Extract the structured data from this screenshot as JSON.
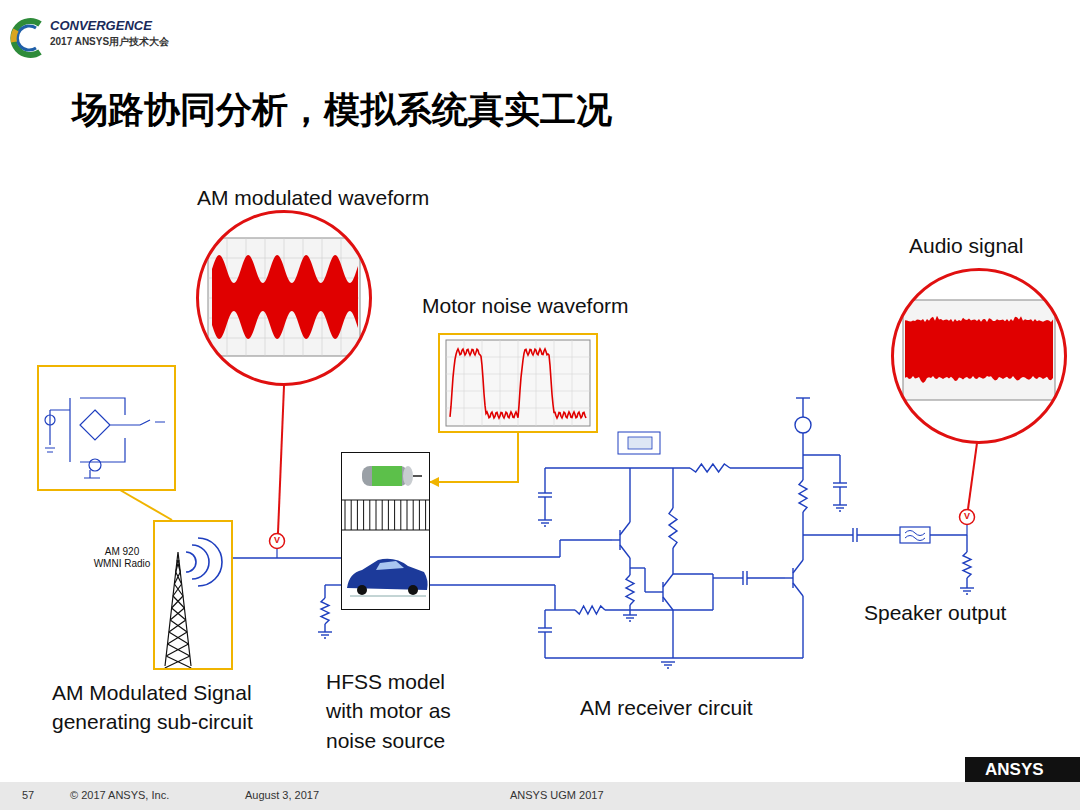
{
  "diagram": {
    "title": "场路协同分析，模拟系统真实工况",
    "nodes": [
      {
        "text": [
          "AM modulated waveform"
        ]
      },
      {
        "text": [
          "Motor noise waveform"
        ]
      },
      {
        "text": [
          "Audio signal"
        ]
      },
      {
        "text": [
          "AM 920 WMNI Radio",
          "AM Modulated Signal generating sub-circuit"
        ]
      },
      {
        "text": [
          "HFSS model with motor as noise source"
        ]
      }
    ],
    "edges": [
      {
        "from": 3,
        "to": 4,
        "arrow": "none"
      },
      {
        "from": 1,
        "to": 4,
        "arrow": "to"
      }
    ],
    "labels": [
      "CONVERGENCE",
      "2017 ANSYS用户技术大会",
      "AM receiver circuit",
      "Speaker output",
      "V",
      "V",
      "57",
      "© 2017 ANSYS, Inc.",
      "August 3, 2017",
      "ANSYS UGM 2017",
      "ANSYS"
    ]
  }
}
